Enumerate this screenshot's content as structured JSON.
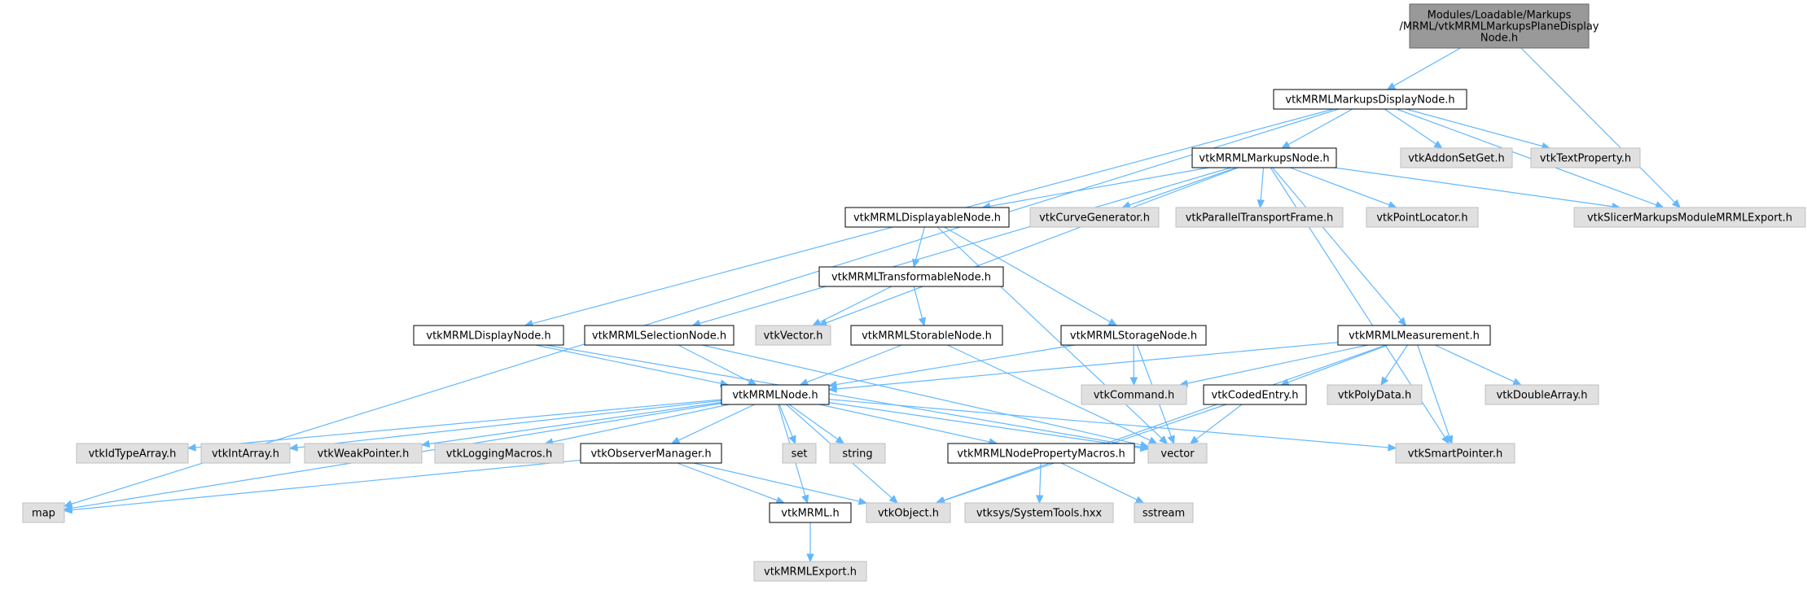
{
  "colors": {
    "root_fill": "#999999",
    "root_stroke": "#666666",
    "local_fill": "#ffffff",
    "local_stroke": "#000000",
    "system_fill": "#e0e0e0",
    "system_stroke": "#bfbfbf",
    "edge": "#63b8ff"
  },
  "nodes": [
    {
      "id": "root",
      "kind": "root",
      "lines": [
        "Modules/Loadable/Markups",
        "/MRML/vtkMRMLMarkupsPlaneDisplay",
        "Node.h"
      ]
    },
    {
      "id": "markupsDisplayNode",
      "kind": "local",
      "lines": [
        "vtkMRMLMarkupsDisplayNode.h"
      ]
    },
    {
      "id": "markupsNode",
      "kind": "local",
      "lines": [
        "vtkMRMLMarkupsNode.h"
      ]
    },
    {
      "id": "addonSetGet",
      "kind": "system",
      "lines": [
        "vtkAddonSetGet.h"
      ]
    },
    {
      "id": "textProperty",
      "kind": "system",
      "lines": [
        "vtkTextProperty.h"
      ]
    },
    {
      "id": "slicerExport",
      "kind": "system",
      "lines": [
        "vtkSlicerMarkupsModuleMRMLExport.h"
      ]
    },
    {
      "id": "displayableNode",
      "kind": "local",
      "lines": [
        "vtkMRMLDisplayableNode.h"
      ]
    },
    {
      "id": "curveGenerator",
      "kind": "system",
      "lines": [
        "vtkCurveGenerator.h"
      ]
    },
    {
      "id": "parallelTransport",
      "kind": "system",
      "lines": [
        "vtkParallelTransportFrame.h"
      ]
    },
    {
      "id": "pointLocator",
      "kind": "system",
      "lines": [
        "vtkPointLocator.h"
      ]
    },
    {
      "id": "transformableNode",
      "kind": "local",
      "lines": [
        "vtkMRMLTransformableNode.h"
      ]
    },
    {
      "id": "displayNode",
      "kind": "local",
      "lines": [
        "vtkMRMLDisplayNode.h"
      ]
    },
    {
      "id": "selectionNode",
      "kind": "local",
      "lines": [
        "vtkMRMLSelectionNode.h"
      ]
    },
    {
      "id": "vtkVector",
      "kind": "system",
      "lines": [
        "vtkVector.h"
      ]
    },
    {
      "id": "storableNode",
      "kind": "local",
      "lines": [
        "vtkMRMLStorableNode.h"
      ]
    },
    {
      "id": "storageNode",
      "kind": "local",
      "lines": [
        "vtkMRMLStorageNode.h"
      ]
    },
    {
      "id": "measurement",
      "kind": "local",
      "lines": [
        "vtkMRMLMeasurement.h"
      ]
    },
    {
      "id": "mrmlNode",
      "kind": "local",
      "lines": [
        "vtkMRMLNode.h"
      ]
    },
    {
      "id": "vtkCommand",
      "kind": "system",
      "lines": [
        "vtkCommand.h"
      ]
    },
    {
      "id": "codedEntry",
      "kind": "local",
      "lines": [
        "vtkCodedEntry.h"
      ]
    },
    {
      "id": "polyData",
      "kind": "system",
      "lines": [
        "vtkPolyData.h"
      ]
    },
    {
      "id": "doubleArray",
      "kind": "system",
      "lines": [
        "vtkDoubleArray.h"
      ]
    },
    {
      "id": "idTypeArray",
      "kind": "system",
      "lines": [
        "vtkIdTypeArray.h"
      ]
    },
    {
      "id": "intArray",
      "kind": "system",
      "lines": [
        "vtkIntArray.h"
      ]
    },
    {
      "id": "weakPointer",
      "kind": "system",
      "lines": [
        "vtkWeakPointer.h"
      ]
    },
    {
      "id": "loggingMacros",
      "kind": "system",
      "lines": [
        "vtkLoggingMacros.h"
      ]
    },
    {
      "id": "observerManager",
      "kind": "local",
      "lines": [
        "vtkObserverManager.h"
      ]
    },
    {
      "id": "set",
      "kind": "system",
      "lines": [
        "set"
      ]
    },
    {
      "id": "string",
      "kind": "system",
      "lines": [
        "string"
      ]
    },
    {
      "id": "nodePropertyMacros",
      "kind": "local",
      "lines": [
        "vtkMRMLNodePropertyMacros.h"
      ]
    },
    {
      "id": "vector",
      "kind": "system",
      "lines": [
        "vector"
      ]
    },
    {
      "id": "smartPointer",
      "kind": "system",
      "lines": [
        "vtkSmartPointer.h"
      ]
    },
    {
      "id": "map",
      "kind": "system",
      "lines": [
        "map"
      ]
    },
    {
      "id": "vtkMRML",
      "kind": "local",
      "lines": [
        "vtkMRML.h"
      ]
    },
    {
      "id": "vtkObject",
      "kind": "system",
      "lines": [
        "vtkObject.h"
      ]
    },
    {
      "id": "systemTools",
      "kind": "system",
      "lines": [
        "vtksys/SystemTools.hxx"
      ]
    },
    {
      "id": "sstream",
      "kind": "system",
      "lines": [
        "sstream"
      ]
    },
    {
      "id": "mrmlExport",
      "kind": "system",
      "lines": [
        "vtkMRMLExport.h"
      ]
    }
  ],
  "edges": [
    [
      "root",
      "markupsDisplayNode"
    ],
    [
      "root",
      "slicerExport"
    ],
    [
      "markupsDisplayNode",
      "markupsNode"
    ],
    [
      "markupsDisplayNode",
      "addonSetGet"
    ],
    [
      "markupsDisplayNode",
      "textProperty"
    ],
    [
      "markupsDisplayNode",
      "slicerExport"
    ],
    [
      "markupsDisplayNode",
      "displayNode"
    ],
    [
      "markupsDisplayNode",
      "map"
    ],
    [
      "markupsNode",
      "displayableNode"
    ],
    [
      "markupsNode",
      "curveGenerator"
    ],
    [
      "markupsNode",
      "parallelTransport"
    ],
    [
      "markupsNode",
      "pointLocator"
    ],
    [
      "markupsNode",
      "slicerExport"
    ],
    [
      "markupsNode",
      "measurement"
    ],
    [
      "markupsNode",
      "selectionNode"
    ],
    [
      "markupsNode",
      "vtkVector"
    ],
    [
      "markupsNode",
      "smartPointer"
    ],
    [
      "displayableNode",
      "transformableNode"
    ],
    [
      "displayableNode",
      "storageNode"
    ],
    [
      "displayableNode",
      "vector"
    ],
    [
      "transformableNode",
      "vtkVector"
    ],
    [
      "transformableNode",
      "storableNode"
    ],
    [
      "displayNode",
      "mrmlNode"
    ],
    [
      "displayNode",
      "vector"
    ],
    [
      "selectionNode",
      "mrmlNode"
    ],
    [
      "selectionNode",
      "vector"
    ],
    [
      "storableNode",
      "mrmlNode"
    ],
    [
      "storableNode",
      "vector"
    ],
    [
      "storageNode",
      "mrmlNode"
    ],
    [
      "storageNode",
      "vtkCommand"
    ],
    [
      "storageNode",
      "vector"
    ],
    [
      "measurement",
      "mrmlNode"
    ],
    [
      "measurement",
      "vtkCommand"
    ],
    [
      "measurement",
      "codedEntry"
    ],
    [
      "measurement",
      "polyData"
    ],
    [
      "measurement",
      "doubleArray"
    ],
    [
      "measurement",
      "smartPointer"
    ],
    [
      "measurement",
      "vtkObject"
    ],
    [
      "codedEntry",
      "vector"
    ],
    [
      "codedEntry",
      "vtkObject"
    ],
    [
      "mrmlNode",
      "map"
    ],
    [
      "mrmlNode",
      "idTypeArray"
    ],
    [
      "mrmlNode",
      "intArray"
    ],
    [
      "mrmlNode",
      "weakPointer"
    ],
    [
      "mrmlNode",
      "loggingMacros"
    ],
    [
      "mrmlNode",
      "observerManager"
    ],
    [
      "mrmlNode",
      "set"
    ],
    [
      "mrmlNode",
      "string"
    ],
    [
      "mrmlNode",
      "nodePropertyMacros"
    ],
    [
      "mrmlNode",
      "vector"
    ],
    [
      "mrmlNode",
      "smartPointer"
    ],
    [
      "mrmlNode",
      "vtkMRML"
    ],
    [
      "mrmlNode",
      "vtkObject"
    ],
    [
      "observerManager",
      "map"
    ],
    [
      "observerManager",
      "vtkMRML"
    ],
    [
      "observerManager",
      "vtkObject"
    ],
    [
      "nodePropertyMacros",
      "systemTools"
    ],
    [
      "nodePropertyMacros",
      "sstream"
    ],
    [
      "vtkMRML",
      "mrmlExport"
    ]
  ]
}
